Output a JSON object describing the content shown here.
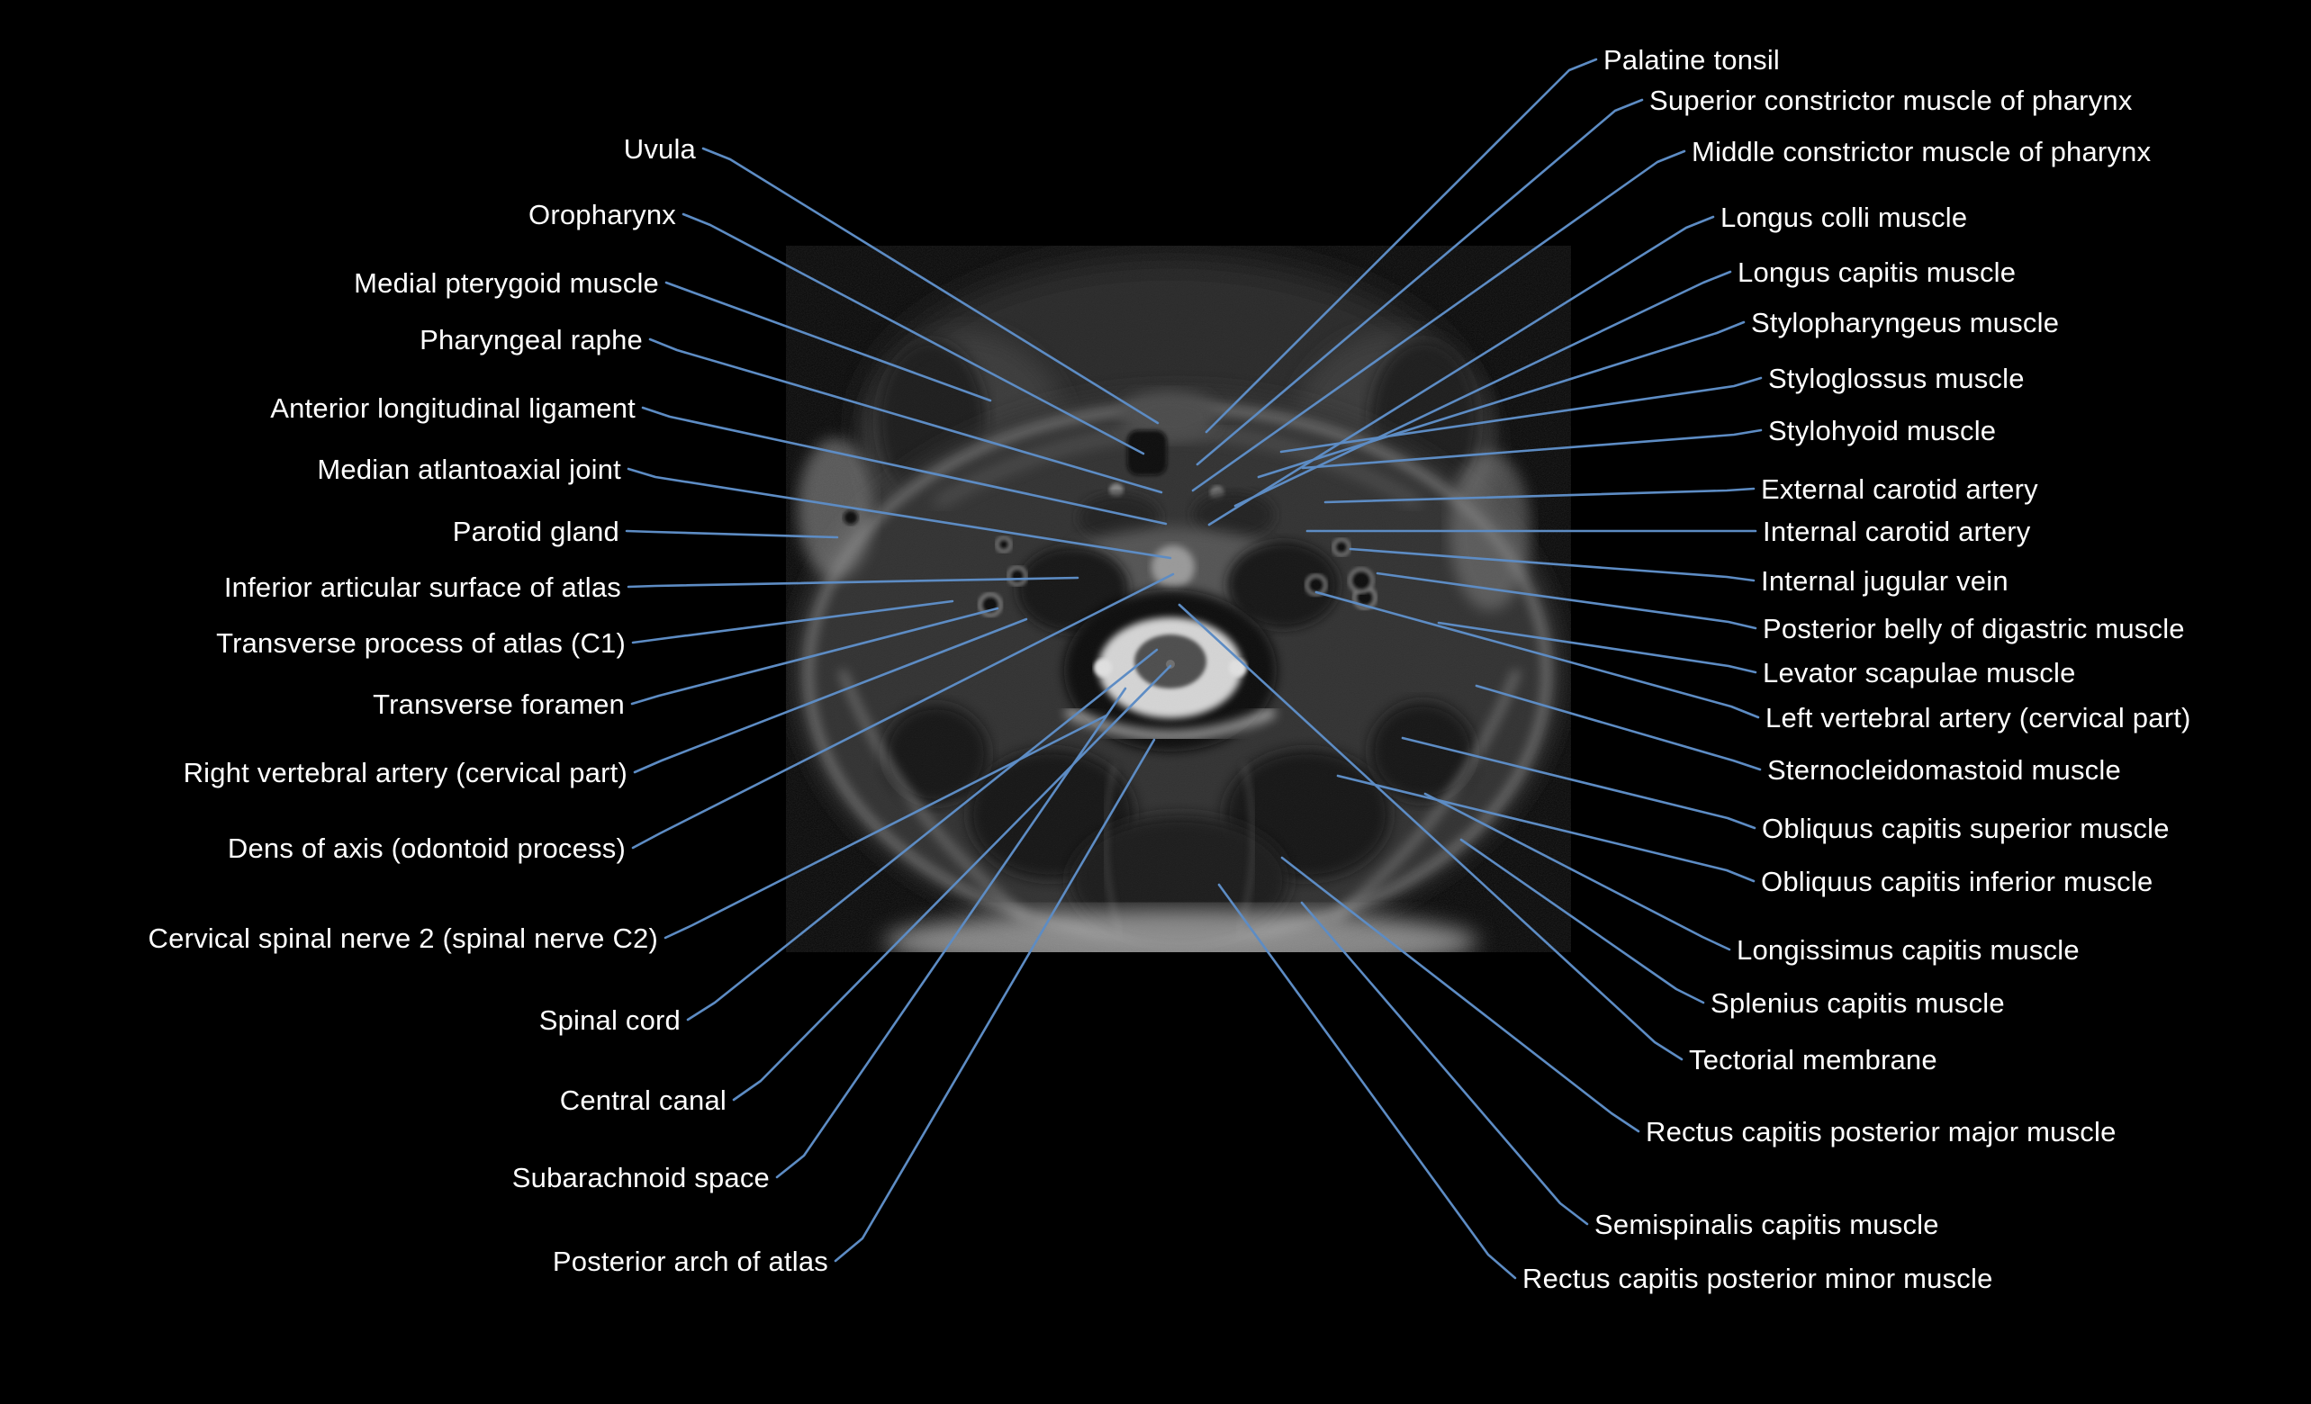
{
  "colors": {
    "background": "#000000",
    "label_text": "#ffffff",
    "leader_line": "#5d8cc4"
  },
  "figure": {
    "description_visible": "Axial MRI section of the neck with labeled anatomy",
    "left_label_count": 17,
    "right_label_count": 23
  },
  "labels": {
    "left": [
      "Uvula",
      "Oropharynx",
      "Medial pterygoid muscle",
      "Pharyngeal raphe",
      "Anterior longitudinal ligament",
      "Median atlantoaxial joint",
      "Parotid gland",
      "Inferior articular surface of atlas",
      "Transverse process of atlas (C1)",
      "Transverse foramen",
      "Right vertebral artery (cervical part)",
      "Dens of axis (odontoid process)",
      "Cervical spinal nerve 2 (spinal nerve C2)",
      "Spinal cord",
      "Central canal",
      "Subarachnoid space",
      "Posterior arch of atlas"
    ],
    "right": [
      "Palatine tonsil",
      "Superior constrictor muscle of pharynx",
      "Middle constrictor muscle of pharynx",
      "Longus colli muscle",
      "Longus capitis muscle",
      "Stylopharyngeus muscle",
      "Styloglossus muscle",
      "Stylohyoid muscle",
      "External carotid artery",
      "Internal carotid artery",
      "Internal jugular vein",
      "Posterior belly of digastric muscle",
      "Levator scapulae muscle",
      "Left vertebral artery (cervical part)",
      "Sternocleidomastoid muscle",
      "Obliquus capitis superior muscle",
      "Obliquus capitis inferior muscle",
      "Longissimus capitis muscle",
      "Splenius capitis muscle",
      "Tectorial membrane",
      "Rectus capitis posterior major muscle",
      "Semispinalis capitis muscle",
      "Rectus capitis posterior minor muscle"
    ]
  }
}
